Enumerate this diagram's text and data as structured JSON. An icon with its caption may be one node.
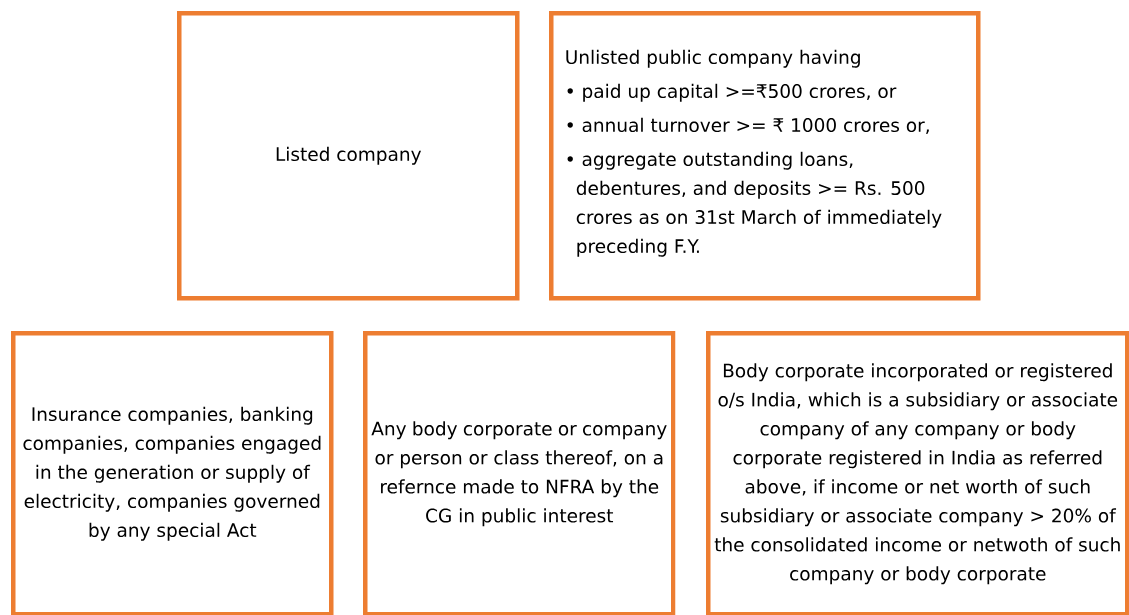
{
  "diagram": {
    "nodes": [
      {
        "text": [
          "Listed company"
        ]
      },
      {
        "text": [
          "Unlisted public company having",
          "• paid up capital >=₹500 crores, or",
          "• annual turnover >= ₹ 1000 crores or,",
          "• aggregate outstanding loans, debentures, and deposits >= Rs. 500 crores as on 31st March of immediately preceding F.Y."
        ]
      },
      {
        "text": [
          "Insurance companies, banking companies, companies engaged in the generation or supply of electricity, companies governed by any special Act"
        ]
      },
      {
        "text": [
          "Any body corporate or company or person or class thereof, on a refernce made to NFRA by the CG in public interest"
        ]
      },
      {
        "text": [
          "Body corporate incorporated or registered o/s India, which is a subsidiary or associate company of any company or body corporate registered in India as referred above, if income or net worth of such subsidiary or associate company > 20% of the consolidated income or netwoth of such company or body corporate"
        ]
      }
    ]
  }
}
